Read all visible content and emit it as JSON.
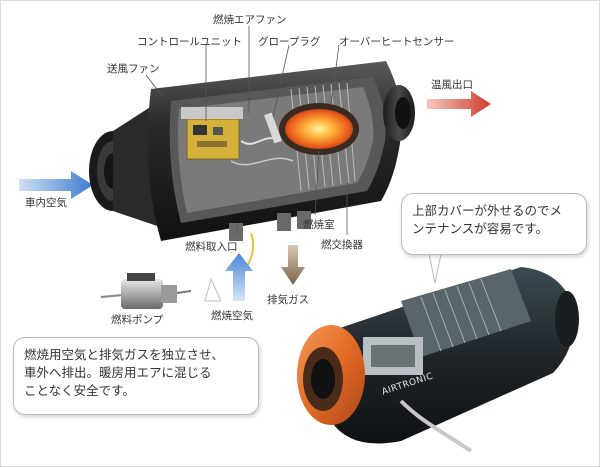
{
  "labels": {
    "fuel_air_fan": "燃焼エアファン",
    "control_unit": "コントロールユニット",
    "glow_plug": "グロープラグ",
    "overheat_sensor": "オーバーヒートセンサー",
    "blower_fan": "送風ファン",
    "hot_air_outlet": "温風出口",
    "cabin_air": "車内空気",
    "combustion_chamber": "燃焼室",
    "heat_exchanger": "燃交換器",
    "fuel_inlet": "燃料取入口",
    "exhaust_gas": "排気ガス",
    "fuel_pump": "燃料ポンプ",
    "combustion_air": "燃焼空気"
  },
  "callouts": {
    "top_right_line1": "上部カバーが外せるのでメ",
    "top_right_line2": "ンテナンスが容易です。",
    "bottom_left_line1": "燃焼用空気と排気ガスを独立させ、",
    "bottom_left_line2": "車外へ排出。暖房用エアに混じる",
    "bottom_left_line3": "ことなく安全です。"
  },
  "brand": "AIRTRONIC",
  "colors": {
    "cabin_air_arrow": "#5b8fd6",
    "hot_air_arrow": "#d84a3a",
    "exhaust_arrow": "#8a7258",
    "combustion_air_arrow": "#6a9be0",
    "flame": "#ff7a1a",
    "housing": "#2b2b2b",
    "orange_part": "#e8742e"
  }
}
